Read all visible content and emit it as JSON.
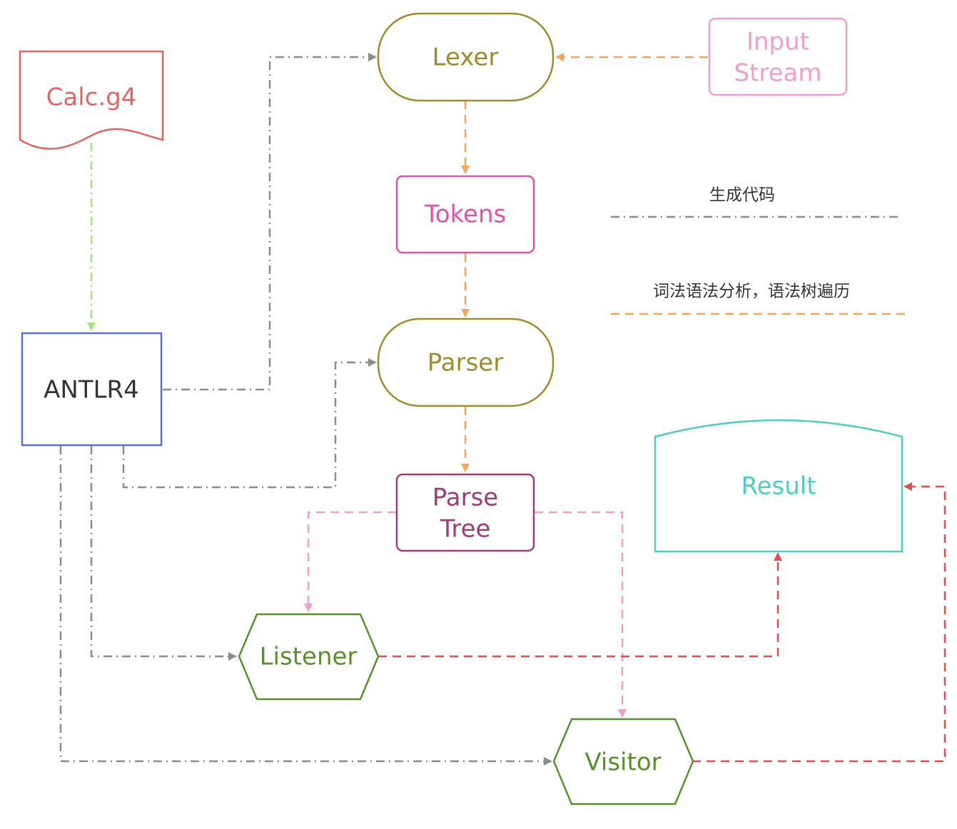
{
  "nodes": {
    "calc": {
      "label": "Calc.g4",
      "color": "#e06666"
    },
    "antlr": {
      "label": "ANTLR4",
      "color": "#5b6fd6"
    },
    "lexer": {
      "label": "Lexer",
      "color": "#9c8c2c"
    },
    "input": {
      "label_line1": "Input",
      "label_line2": "Stream",
      "color": "#ee9fcf"
    },
    "tokens": {
      "label": "Tokens",
      "color": "#e055a6"
    },
    "parser": {
      "label": "Parser",
      "color": "#9c8c2c"
    },
    "parsetree": {
      "label_line1": "Parse",
      "label_line2": "Tree",
      "color": "#9c3d7a"
    },
    "result": {
      "label": "Result",
      "color": "#4ecdc4"
    },
    "listener": {
      "label": "Listener",
      "color": "#5a8f2e"
    },
    "visitor": {
      "label": "Visitor",
      "color": "#5a8f2e"
    }
  },
  "legend": {
    "codegen": {
      "label": "生成代码",
      "color": "#8c8c8c"
    },
    "parse": {
      "label": "词法语法分析，语法树遍历",
      "color": "#f0a860"
    }
  },
  "edge_colors": {
    "codegen": "#8c8c8c",
    "parse": "#f0a860",
    "calc_to_antlr": "#a8e07a",
    "tree": "#f0a0cc",
    "result": "#e05050"
  }
}
